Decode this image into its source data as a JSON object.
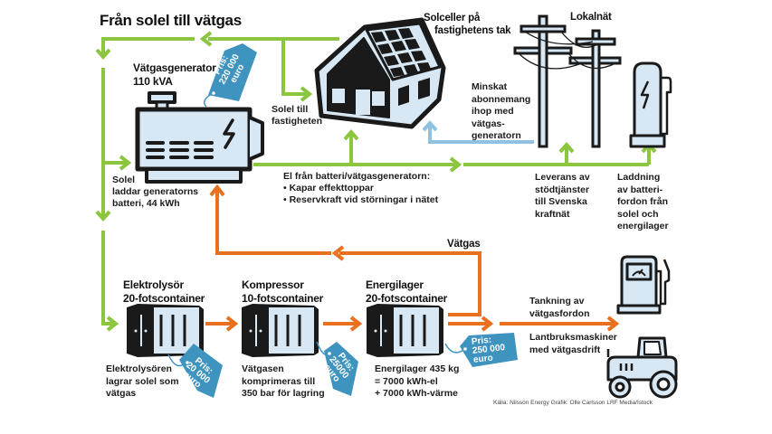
{
  "title": "Från solel till vätgas",
  "colors": {
    "solar_green": "#8cc63f",
    "hydrogen_orange": "#e8701e",
    "grid_blue": "#8ec2e0",
    "price_tag_blue": "#3f93bf",
    "icon_fill": "#d7e8f4",
    "icon_outline": "#1a1a1a"
  },
  "nodes": {
    "generator": {
      "title_line1": "Vätgasgenerator",
      "title_line2": "110 kVA",
      "price": {
        "line1": "Pris:",
        "line2": "220 000",
        "line3": "euro"
      }
    },
    "house": {
      "title_line1": "Solceller på",
      "title_line2": "fastighetens tak"
    },
    "grid": {
      "title": "Lokalnät"
    },
    "electrolyser": {
      "title_line1": "Elektrolysör",
      "title_line2": "20-fotscontainer",
      "desc": [
        "Elektrolysören",
        "lagrar solel som",
        "vätgas"
      ],
      "price": {
        "line1": "Pris:",
        "line2": "20 000",
        "line3": "euro"
      }
    },
    "compressor": {
      "title_line1": "Kompressor",
      "title_line2": "10-fotscontainer",
      "desc": [
        "Vätgasen",
        "komprimeras till",
        "350 bar för lagring"
      ],
      "price": {
        "line1": "Pris:",
        "line2": "25000",
        "line3": "euro"
      }
    },
    "energy_storage": {
      "title_line1": "Energilager",
      "title_line2": "20-fotscontainer",
      "desc": [
        "Energilager 435 kg",
        "= 7000 kWh-el",
        "+ 7000 kWh-värme"
      ],
      "price": {
        "line1": "Pris:",
        "line2": "250 000",
        "line3": "euro"
      }
    }
  },
  "labels": {
    "solel_till_fastigheten": [
      "Solel till",
      "fastigheten"
    ],
    "solel_laddar": [
      "Solel",
      "laddar generatorns",
      "batteri, 44 kWh"
    ],
    "el_fran_batteri": {
      "heading": "El från batteri/vätgasgeneratorn:",
      "bullets": [
        "Kapar effekttoppar",
        "Reservkraft vid störningar i nätet"
      ]
    },
    "minskat_abonnemang": [
      "Minskat",
      "abonnemang",
      "ihop med",
      "vätgas-",
      "generatorn"
    ],
    "leverans": [
      "Leverans av",
      "stödtjänster",
      "till Svenska",
      "kraftnät"
    ],
    "laddning": [
      "Laddning",
      "av batteri-",
      "fordon från",
      "solel och",
      "energilager"
    ],
    "vatgas_return": "Vätgas",
    "tankning": [
      "Tankning av",
      "vätgasfordon"
    ],
    "lantbruk": [
      "Lantbruksmaskiner",
      "med vätgasdrift"
    ]
  },
  "credit": "Källa: Nilsson Energy  Grafik: Olle Carlsson LRF Media/Istock"
}
